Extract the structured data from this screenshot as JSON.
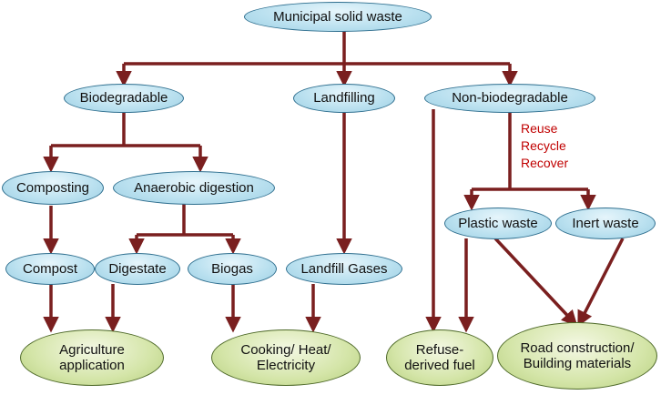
{
  "nodes": {
    "msw": "Municipal solid waste",
    "biodegradable": "Biodegradable",
    "landfilling": "Landfilling",
    "nonbio": "Non-biodegradable",
    "composting": "Composting",
    "anaerobic": "Anaerobic digestion",
    "compost": "Compost",
    "digestate": "Digestate",
    "biogas": "Biogas",
    "landfill_gases": "Landfill Gases",
    "plastic": "Plastic waste",
    "inert": "Inert waste",
    "agriculture": "Agriculture application",
    "cooking": "Cooking/ Heat/ Electricity",
    "rdf": "Refuse-derived fuel",
    "road": "Road construction/ Building materials"
  },
  "labels": {
    "reuse": "Reuse",
    "recycle": "Recycle",
    "recover": "Recover"
  },
  "colors": {
    "arrow": "#7a1f1f",
    "blue_node": "#b9e0ef",
    "green_node": "#d4e5a8",
    "label_red": "#c00000"
  }
}
